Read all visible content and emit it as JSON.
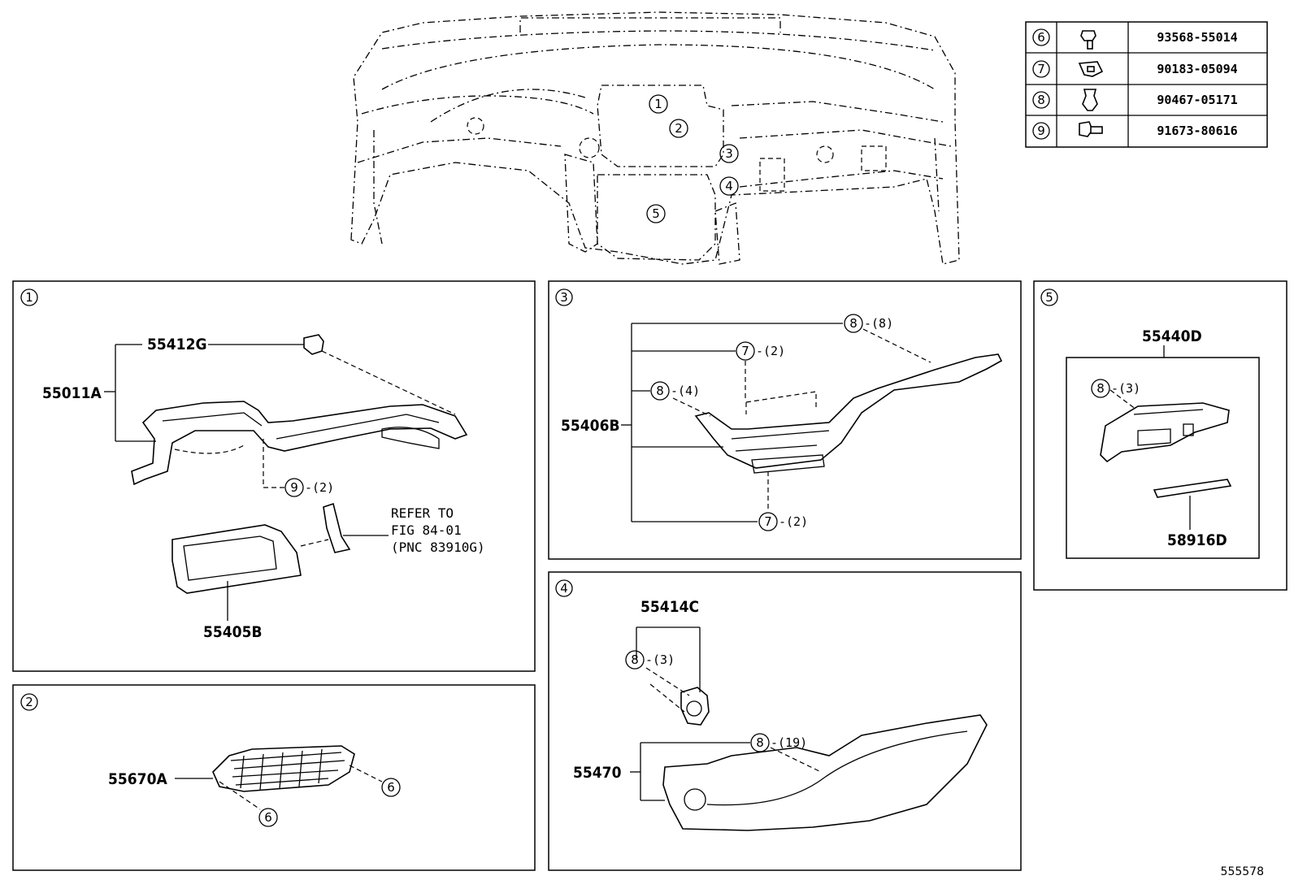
{
  "fastener_table": [
    {
      "ref": "6",
      "part_no": "93568-55014"
    },
    {
      "ref": "7",
      "part_no": "90183-05094"
    },
    {
      "ref": "8",
      "part_no": "90467-05171"
    },
    {
      "ref": "9",
      "part_no": "91673-80616"
    }
  ],
  "overview_callouts": [
    "1",
    "2",
    "3",
    "4",
    "5"
  ],
  "panels": {
    "p1": {
      "index": "1",
      "labels": {
        "a": "55412G",
        "b": "55011A",
        "c": "55405B"
      },
      "callout_9": {
        "ref": "9",
        "qty": "-(2)"
      },
      "refer": [
        "REFER TO",
        "FIG 84-01",
        "(PNC 83910G)"
      ]
    },
    "p2": {
      "index": "2",
      "labels": {
        "a": "55670A"
      },
      "callout_6a": "6",
      "callout_6b": "6"
    },
    "p3": {
      "index": "3",
      "labels": {
        "a": "55406B"
      },
      "c1": {
        "ref": "8",
        "qty": "-(8)"
      },
      "c2": {
        "ref": "7",
        "qty": "-(2)"
      },
      "c3": {
        "ref": "8",
        "qty": "-(4)"
      },
      "c4": {
        "ref": "7",
        "qty": "-(2)"
      }
    },
    "p4": {
      "index": "4",
      "labels": {
        "a": "55414C",
        "b": "55470"
      },
      "c1": {
        "ref": "8",
        "qty": "-(3)"
      },
      "c2": {
        "ref": "8",
        "qty": "-(19)"
      }
    },
    "p5": {
      "index": "5",
      "labels": {
        "a": "55440D",
        "b": "58916D"
      },
      "c1": {
        "ref": "8",
        "qty": "-(3)"
      }
    }
  },
  "illustration_id": "555578"
}
